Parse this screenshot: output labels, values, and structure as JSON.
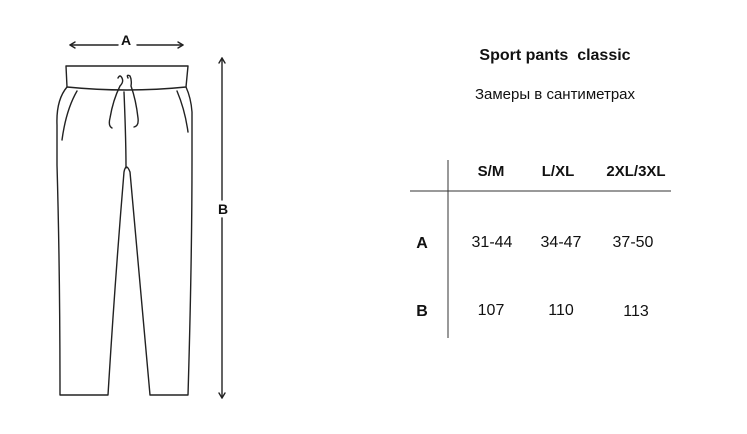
{
  "figure": {
    "dimension_a_label": "A",
    "dimension_b_label": "B"
  },
  "title": "Sport pants  classic",
  "subtitle": "Замеры в сантиметрах",
  "table": {
    "columns": [
      "S/M",
      "L/XL",
      "2XL/3XL"
    ],
    "rows": [
      {
        "label": "A",
        "values": [
          "31-44",
          "34-47",
          "37-50"
        ]
      },
      {
        "label": "B",
        "values": [
          "107",
          "110",
          "113"
        ]
      }
    ]
  }
}
